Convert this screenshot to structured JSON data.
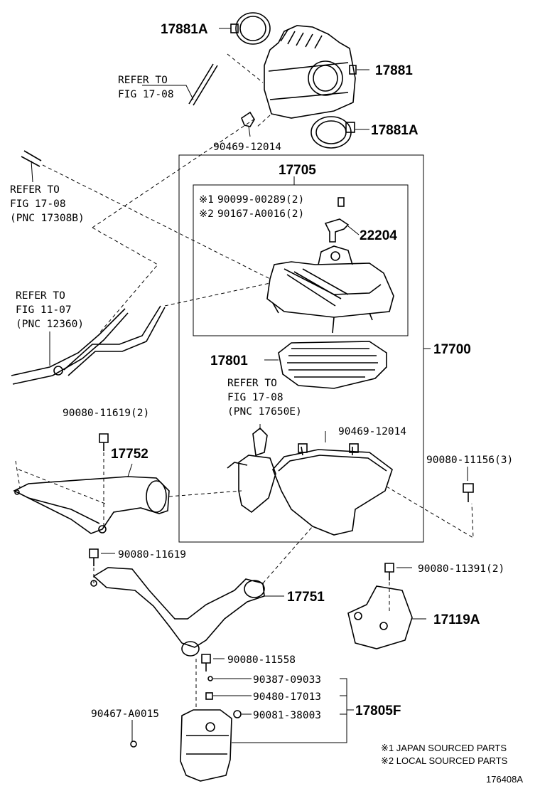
{
  "labels": {
    "p17881A_top": "17881A",
    "p17881": "17881",
    "p17881A_bot": "17881A",
    "p90469_top": "90469-12014",
    "refer1_a": "REFER TO",
    "refer1_b": "FIG 17-08",
    "refer2_a": "REFER TO",
    "refer2_b": "FIG 17-08",
    "refer2_c": "(PNC 17308B)",
    "refer3_a": "REFER TO",
    "refer3_b": "FIG 11-07",
    "refer3_c": "(PNC 12360)",
    "p17705": "17705",
    "note1_mark": "※1",
    "note1_part": "90099-00289(2)",
    "note2_mark": "※2",
    "note2_part": "90167-A0016(2)",
    "p22204": "22204",
    "p17801": "17801",
    "p17700": "17700",
    "refer4_a": "REFER TO",
    "refer4_b": "FIG 17-08",
    "refer4_c": "(PNC 17650E)",
    "p90469_mid": "90469-12014",
    "p90080_11619_2": "90080-11619(2)",
    "p17752": "17752",
    "p90080_11156": "90080-11156(3)",
    "p90080_11619": "90080-11619",
    "p90080_11391": "90080-11391(2)",
    "p17751": "17751",
    "p17119A": "17119A",
    "p90080_11558": "90080-11558",
    "p90387": "90387-09033",
    "p90480": "90480-17013",
    "p17805F": "17805F",
    "p90467": "90467-A0015",
    "p90081": "90081-38003",
    "legend1": "※1 JAPAN SOURCED PARTS",
    "legend2": "※2 LOCAL SOURCED PARTS",
    "figure_id": "176408A"
  }
}
